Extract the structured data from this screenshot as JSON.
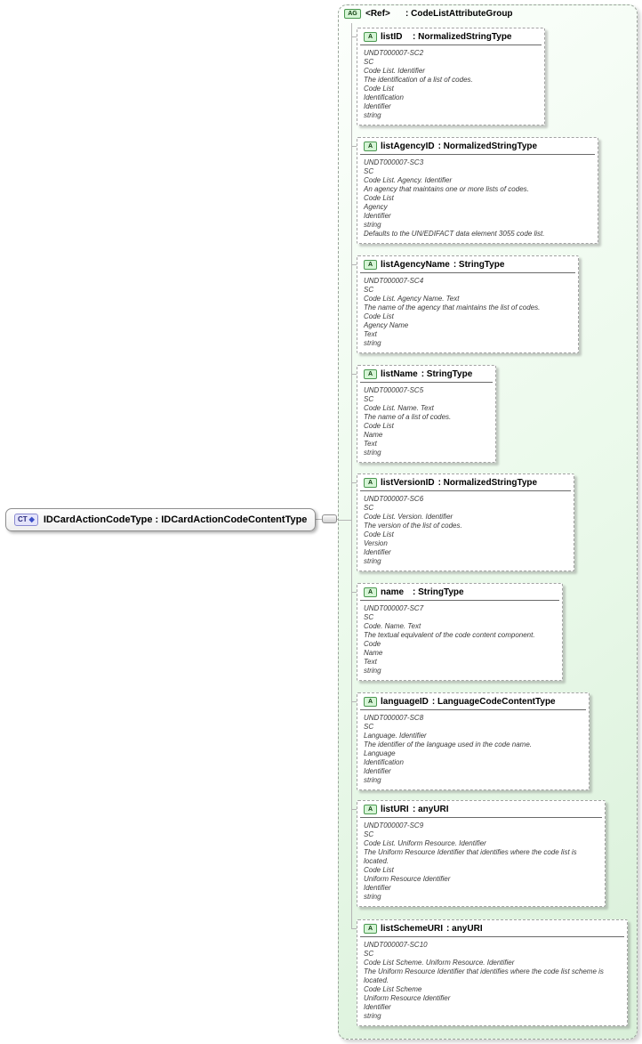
{
  "icons": {
    "complex_type": "CT",
    "complex_type_diamond": "◆",
    "attribute_group": "AG",
    "attribute": "A"
  },
  "root_node": {
    "label": "IDCardActionCodeType : IDCardActionCodeContentType"
  },
  "attribute_group": {
    "ref_label": "<Ref>",
    "title": ": CodeListAttributeGroup",
    "attributes": [
      {
        "name": "listID",
        "type": ": NormalizedStringType",
        "doc": [
          "UNDT000007-SC2",
          "SC",
          "Code List. Identifier",
          "The identification of a list of codes.",
          "Code List",
          "Identification",
          "Identifier",
          "string"
        ]
      },
      {
        "name": "listAgencyID",
        "type": ": NormalizedStringType",
        "doc": [
          "UNDT000007-SC3",
          "SC",
          "Code List. Agency. Identifier",
          "An agency that maintains one or more lists of codes.",
          "Code List",
          "Agency",
          "Identifier",
          "string",
          "Defaults to the UN/EDIFACT data element 3055 code list."
        ]
      },
      {
        "name": "listAgencyName",
        "type": ": StringType",
        "doc": [
          "UNDT000007-SC4",
          "SC",
          "Code List. Agency Name. Text",
          "The name of the agency that maintains the list of codes.",
          "Code List",
          "Agency Name",
          "Text",
          "string"
        ]
      },
      {
        "name": "listName",
        "type": ": StringType",
        "doc": [
          "UNDT000007-SC5",
          "SC",
          "Code List. Name. Text",
          "The name of a list of codes.",
          "Code List",
          "Name",
          "Text",
          "string"
        ]
      },
      {
        "name": "listVersionID",
        "type": ": NormalizedStringType",
        "doc": [
          "UNDT000007-SC6",
          "SC",
          "Code List. Version. Identifier",
          "The version of the list of codes.",
          "Code List",
          "Version",
          "Identifier",
          "string"
        ]
      },
      {
        "name": "name",
        "type": ": StringType",
        "doc": [
          "UNDT000007-SC7",
          "SC",
          "Code. Name. Text",
          "The textual equivalent of the code content component.",
          "Code",
          "Name",
          "Text",
          "string"
        ]
      },
      {
        "name": "languageID",
        "type": ": LanguageCodeContentType",
        "doc": [
          "UNDT000007-SC8",
          "SC",
          "Language. Identifier",
          "The identifier of the language used in the code name.",
          "Language",
          "Identification",
          "Identifier",
          "string"
        ]
      },
      {
        "name": "listURI",
        "type": ": anyURI",
        "doc": [
          "UNDT000007-SC9",
          "SC",
          "Code List. Uniform Resource. Identifier",
          "The Uniform Resource Identifier that identifies where the code list is located.",
          "Code List",
          "Uniform Resource Identifier",
          "Identifier",
          "string"
        ]
      },
      {
        "name": "listSchemeURI",
        "type": ": anyURI",
        "doc": [
          "UNDT000007-SC10",
          "SC",
          "Code List Scheme. Uniform Resource. Identifier",
          "The Uniform Resource Identifier that identifies where the code list scheme is located.",
          "Code List Scheme",
          "Uniform Resource Identifier",
          "Identifier",
          "string"
        ]
      }
    ]
  }
}
